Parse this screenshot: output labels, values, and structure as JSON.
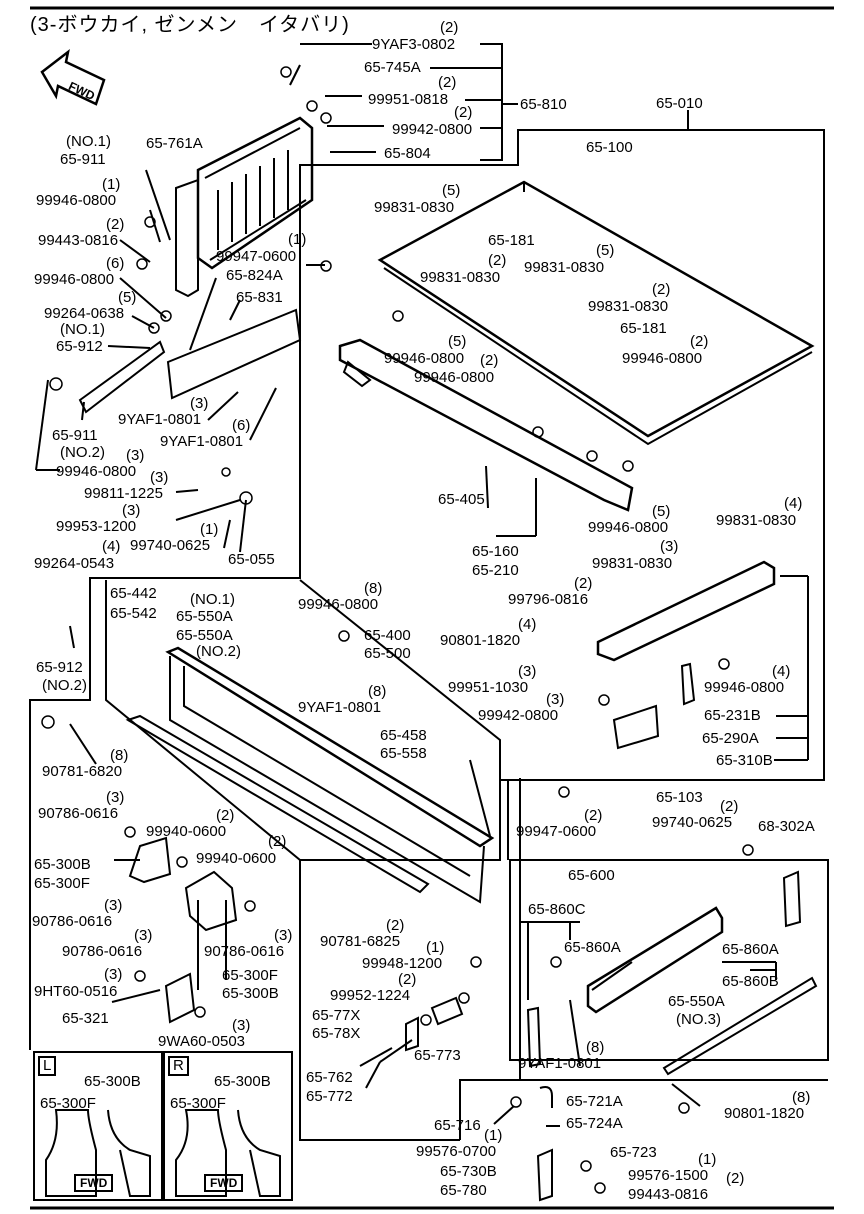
{
  "title": "(3-ボウカイ, ゼンメン　イタバリ)",
  "fwd_label": "FWD",
  "left_box_label": "L",
  "right_box_label": "R",
  "labels": {
    "q_9yaf3_0802": "(2)",
    "p_9yaf3_0802": "9YAF3-0802",
    "p_65_745a": "65-745A",
    "q_99951_0818": "(2)",
    "p_99951_0818": "99951-0818",
    "q_99942_0800a": "(2)",
    "p_99942_0800a": "99942-0800",
    "p_65_804": "65-804",
    "p_65_810": "65-810",
    "p_65_010": "65-010",
    "p_65_100": "65-100",
    "q_no1_911": "(NO.1)",
    "p_65_911a": "65-911",
    "p_65_761a": "65-761A",
    "q_99946_a": "(1)",
    "p_99946_a": "99946-0800",
    "q_99443_0816a": "(2)",
    "p_99443_0816a": "99443-0816",
    "q_99946_b": "(6)",
    "p_99946_b": "99946-0800",
    "q_99264_0638": "(5)",
    "p_99264_0638": "99264-0638",
    "q_no1_912": "(NO.1)",
    "p_65_912a": "65-912",
    "q_99947_0600a": "(1)",
    "p_99947_0600a": "99947-0600",
    "p_65_824a": "65-824A",
    "p_65_831": "65-831",
    "q_99831_a": "(5)",
    "p_99831_a": "99831-0830",
    "p_65_181a": "65-181",
    "q_99831_b": "(2)",
    "p_99831_b": "99831-0830",
    "q_99831_c": "(5)",
    "p_99831_c": "99831-0830",
    "q_99831_d": "(2)",
    "p_99831_d": "99831-0830",
    "p_65_181b": "65-181",
    "q_99946_c": "(2)",
    "p_99946_c": "99946-0800",
    "q_99946_d": "(5)",
    "p_99946_d": "99946-0800",
    "q_99946_e": "(2)",
    "p_99946_e": "99946-0800",
    "q_9yaf1_0801a": "(3)",
    "p_9yaf1_0801a": "9YAF1-0801",
    "q_9yaf1_0801b": "(6)",
    "p_9yaf1_0801b": "9YAF1-0801",
    "p_65_911b": "65-911",
    "q_no2_911": "(NO.2)",
    "q_99946_f": "(3)",
    "p_99946_f": "99946-0800",
    "q_99811_1225": "(3)",
    "p_99811_1225": "99811-1225",
    "q_99953_1200": "(3)",
    "p_99953_1200": "99953-1200",
    "q_99740_0625a": "(1)",
    "p_99740_0625a": "99740-0625",
    "p_65_055": "65-055",
    "p_65_405": "65-405",
    "q_99946_g": "(5)",
    "p_99946_g": "99946-0800",
    "q_99831_e": "(4)",
    "p_99831_e": "99831-0830",
    "q_99264_0543": "(4)",
    "p_99264_0543": "99264-0543",
    "p_65_160": "65-160",
    "p_65_210": "65-210",
    "q_99831_f": "(3)",
    "p_99831_f": "99831-0830",
    "q_99796_0816": "(2)",
    "p_99796_0816": "99796-0816",
    "p_65_442": "65-442",
    "p_65_542": "65-542",
    "q_no1_550": "(NO.1)",
    "p_65_550a_1": "65-550A",
    "p_65_550a_2": "65-550A",
    "q_no2_550": "(NO.2)",
    "q_99946_h": "(8)",
    "p_99946_h": "99946-0800",
    "p_65_400": "65-400",
    "p_65_500": "65-500",
    "q_90801_1820a": "(4)",
    "p_90801_1820a": "90801-1820",
    "q_9yaf1_0801c": "(8)",
    "p_9yaf1_0801c": "9YAF1-0801",
    "p_65_912b": "65-912",
    "q_no2_912": "(NO.2)",
    "q_99951_1030": "(3)",
    "p_99951_1030": "99951-1030",
    "q_99942_0800b": "(3)",
    "p_99942_0800b": "99942-0800",
    "q_99946_i": "(4)",
    "p_99946_i": "99946-0800",
    "p_65_231b": "65-231B",
    "p_65_290a": "65-290A",
    "p_65_310b": "65-310B",
    "q_90781_6820": "(8)",
    "p_90781_6820": "90781-6820",
    "p_65_458": "65-458",
    "p_65_558": "65-558",
    "q_90786_0616a": "(3)",
    "p_90786_0616a": "90786-0616",
    "q_99940_0600a": "(2)",
    "p_99940_0600a": "99940-0600",
    "q_99940_0600b": "(2)",
    "p_99940_0600b": "99940-0600",
    "p_65_300b_a": "65-300B",
    "p_65_300f_a": "65-300F",
    "q_90786_0616b": "(3)",
    "p_90786_0616b": "90786-0616",
    "q_90786_0616c": "(3)",
    "p_90786_0616c": "90786-0616",
    "q_90786_0616d": "(3)",
    "p_90786_0616d": "90786-0616",
    "q_9ht60": "(3)",
    "p_9ht60": "9HT60-0516",
    "p_65_300f_b": "65-300F",
    "p_65_300b_b": "65-300B",
    "p_65_321": "65-321",
    "q_9wa60": "(3)",
    "p_9wa60": "9WA60-0503",
    "p_65_103": "65-103",
    "q_99947_0600b": "(2)",
    "p_99947_0600b": "99947-0600",
    "q_99740_0625b": "(2)",
    "p_99740_0625b": "99740-0625",
    "p_68_302a": "68-302A",
    "p_65_600": "65-600",
    "p_65_860c": "65-860C",
    "p_65_860a_1": "65-860A",
    "p_65_860a_2": "65-860A",
    "p_65_860b": "65-860B",
    "p_65_550a_3": "65-550A",
    "q_no3_550": "(NO.3)",
    "q_9yaf1_0801d": "(8)",
    "p_9yaf1_0801d": "9YAF1-0801",
    "q_90781_6825": "(2)",
    "p_90781_6825": "90781-6825",
    "q_99948_1200": "(1)",
    "p_99948_1200": "99948-1200",
    "q_99952_1224": "(2)",
    "p_99952_1224": "99952-1224",
    "p_65_77x": "65-77X",
    "p_65_78x": "65-78X",
    "p_65_773": "65-773",
    "p_65_762": "65-762",
    "p_65_772": "65-772",
    "q_90801_1820b": "(8)",
    "p_90801_1820b": "90801-1820",
    "p_65_716": "65-716",
    "p_65_721a": "65-721A",
    "p_65_724a": "65-724A",
    "q_99576_0700": "(1)",
    "p_99576_0700": "99576-0700",
    "p_65_730b": "65-730B",
    "p_65_780": "65-780",
    "p_65_723": "65-723",
    "q_99576_1500": "(1)",
    "p_99576_1500": "99576-1500",
    "q_99443_0816b": "(2)",
    "p_99443_0816b": "99443-0816",
    "p_65_300b_l": "65-300B",
    "p_65_300f_l": "65-300F",
    "p_65_300b_r": "65-300B",
    "p_65_300f_r": "65-300F"
  }
}
